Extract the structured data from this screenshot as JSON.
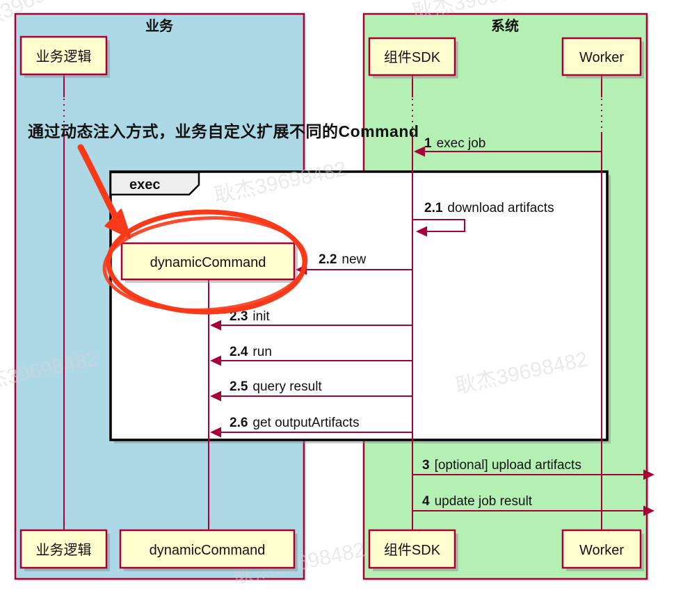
{
  "groups": [
    {
      "title": "业务",
      "color": "#ADD8E6"
    },
    {
      "title": "系统",
      "color": "#B4EFB4"
    }
  ],
  "participants": {
    "business_logic": "业务逻辑",
    "sdk": "组件SDK",
    "worker": "Worker",
    "dynamic_command": "dynamicCommand"
  },
  "fragment": {
    "label": "exec"
  },
  "messages": [
    {
      "num": "1",
      "label": "exec job"
    },
    {
      "num": "2.1",
      "label": "download artifacts"
    },
    {
      "num": "2.2",
      "label": "new"
    },
    {
      "num": "2.3",
      "label": "init"
    },
    {
      "num": "2.4",
      "label": "run"
    },
    {
      "num": "2.5",
      "label": "query result"
    },
    {
      "num": "2.6",
      "label": "get outputArtifacts"
    },
    {
      "num": "3",
      "label": "[optional] upload artifacts"
    },
    {
      "num": "4",
      "label": "update job result"
    }
  ],
  "annotation": {
    "text": "通过动态注入方式，业务自定义扩展不同的Command",
    "color": "#F8391A"
  },
  "watermark": {
    "text": "耿杰39698482"
  },
  "colors": {
    "participant_fill": "#FEFECE",
    "border": "#A80036",
    "fragment_border": "#000000",
    "fragment_label_fill": "#EEEEEE",
    "watermark": "#D8D4D8"
  }
}
